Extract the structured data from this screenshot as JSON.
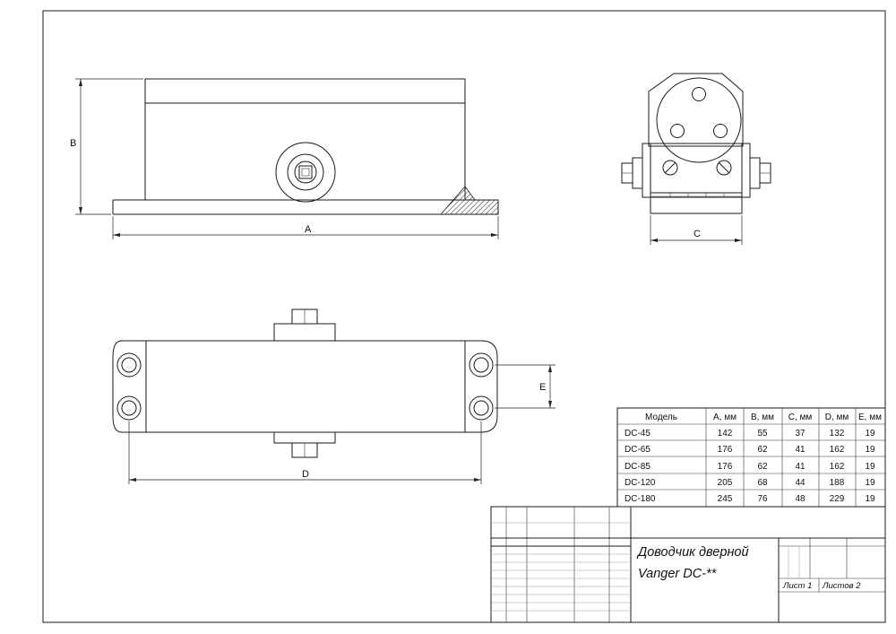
{
  "dimensions": {
    "a": "A",
    "b": "B",
    "c": "C",
    "d": "D",
    "e": "E"
  },
  "spec_table": {
    "headers": [
      "Модель",
      "A, мм",
      "B, мм",
      "C, мм",
      "D, мм",
      "E, мм"
    ],
    "rows": [
      [
        "DC-45",
        "142",
        "55",
        "37",
        "132",
        "19"
      ],
      [
        "DC-65",
        "176",
        "62",
        "41",
        "162",
        "19"
      ],
      [
        "DC-85",
        "176",
        "62",
        "41",
        "162",
        "19"
      ],
      [
        "DC-120",
        "205",
        "68",
        "44",
        "188",
        "19"
      ],
      [
        "DC-180",
        "245",
        "76",
        "48",
        "229",
        "19"
      ]
    ]
  },
  "title_block": {
    "title_line1": "Доводчик дверной",
    "title_line2": "Vanger DC-**",
    "sheet": "Лист 1",
    "sheets": "Листов 2"
  }
}
